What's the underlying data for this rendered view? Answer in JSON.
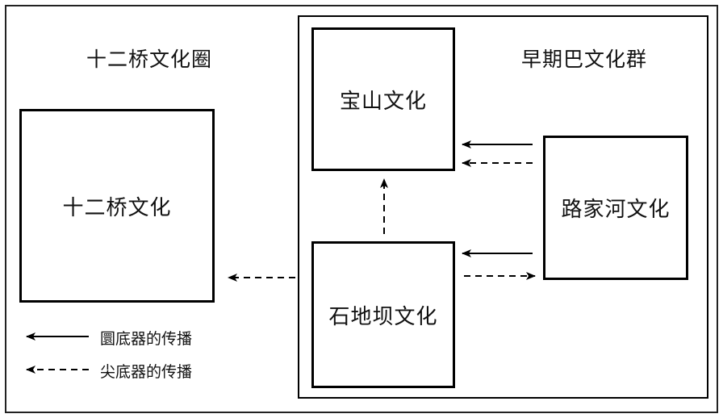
{
  "left_group": {
    "title": "十二桥文化圈",
    "culture": "十二桥文化"
  },
  "right_group": {
    "title": "早期巴文化群",
    "cultures": {
      "baoshan": "宝山文化",
      "lujiahe": "路家河文化",
      "shidiba": "石地坝文化"
    }
  },
  "legend": {
    "solid_label": "圜底器的传播",
    "dashed_label": "尖底器的传播"
  }
}
